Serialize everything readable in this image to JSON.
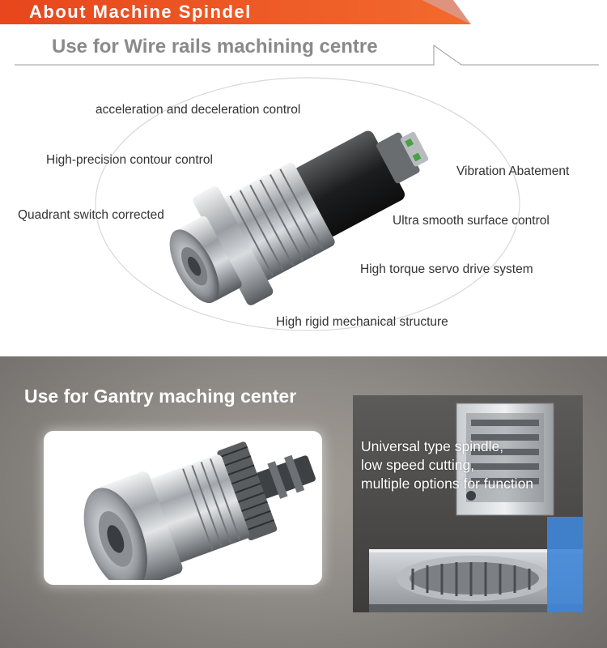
{
  "banner": {
    "title": "About Machine Spindel",
    "accent_color": "#e8461c"
  },
  "wire_section": {
    "subtitle": "Use for Wire rails machining centre",
    "features": [
      "acceleration and deceleration control",
      "High-precision contour control",
      "Vibration Abatement",
      "Quadrant switch corrected",
      "Ultra smooth surface control",
      "High torque servo drive system",
      "High rigid mechanical structure"
    ],
    "product_image": "wire-rails-spindle-photo"
  },
  "gantry_section": {
    "title": "Use for Gantry maching center",
    "product_image": "gantry-spindle-photo",
    "machine_image": "gear-machine-photo",
    "description_lines": [
      "Universal type spindle,",
      "low speed cutting,",
      "multiple options for function"
    ]
  }
}
